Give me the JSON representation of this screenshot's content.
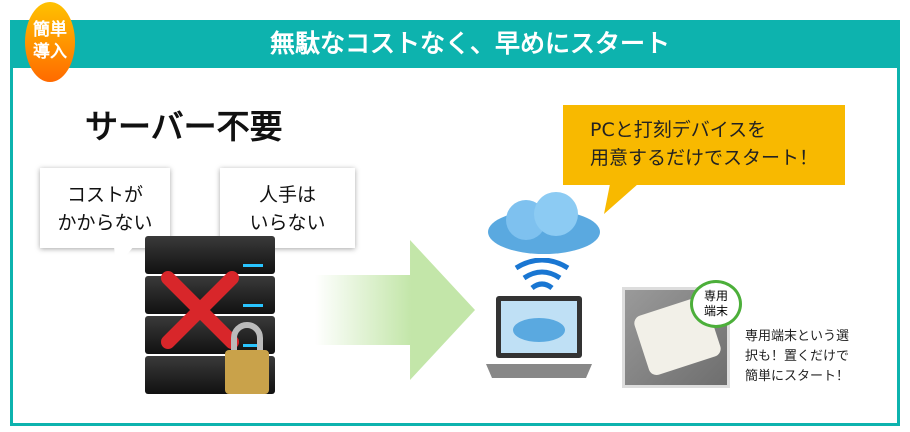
{
  "header": {
    "badge_line1": "簡単",
    "badge_line2": "導入",
    "title": "無駄なコストなく、早めにスタート"
  },
  "left": {
    "heading": "サーバー不要",
    "bubble1": [
      "コストが",
      "かからない"
    ],
    "bubble2": [
      "人手は",
      "いらない"
    ]
  },
  "callout": {
    "line1": "PCと打刻デバイスを",
    "line2": "用意するだけでスタート！"
  },
  "device": {
    "badge_line1": "専用",
    "badge_line2": "端末",
    "desc": [
      "専用端末という選",
      "択も！置くだけで",
      "簡単にスタート！"
    ]
  },
  "colors": {
    "teal": "#0db3ae",
    "yellow": "#f8b900",
    "orange": "#ff8a00",
    "green": "#4caf3a"
  }
}
